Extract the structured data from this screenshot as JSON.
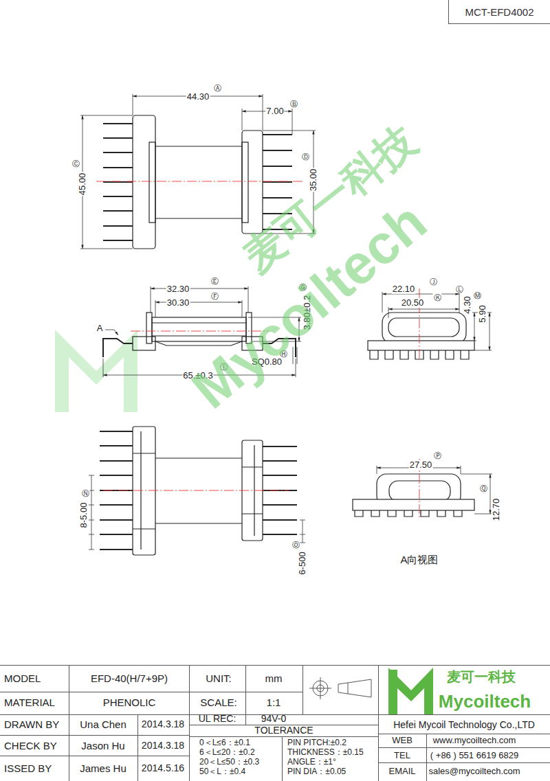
{
  "diagram": {
    "nodes": [
      {
        "text": [
          "MCT-EFD4002"
        ]
      }
    ],
    "labels": [
      "44.30",
      "Ⓐ",
      "7.00",
      "Ⓑ",
      "45.00",
      "Ⓒ",
      "35.00",
      "Ⓓ",
      "32.30",
      "Ⓔ",
      "30.30",
      "Ⓕ",
      "3.80±0.2",
      "Ⓖ",
      "A",
      "SQ0.80",
      "Ⓗ",
      "65.±0.3",
      "Ⓘ",
      "22.10",
      "Ⓙ",
      "20.50",
      "Ⓚ",
      "4.30",
      "Ⓛ",
      "5.90",
      "Ⓜ",
      "8-5.00",
      "Ⓝ",
      "6-500",
      "Ⓞ",
      "27.50",
      "Ⓟ",
      "12.70",
      "Ⓠ",
      "A向视图",
      "麦可一科技",
      "Mycoiltech",
      "MODEL",
      "EFD-40(H/7+9P)",
      "UNIT:",
      "mm",
      "MATERIAL",
      "PHENOLIC",
      "SCALE:",
      "1:1",
      "DRAWN BY",
      "Una Chen",
      "2014.3.18",
      "UL REC:",
      "94V-0",
      "TOLERANCE",
      "CHECK BY",
      "Jason Hu",
      "2014.3.18",
      "0＜L≤6：±0.1",
      "6＜L≤20：±0.2",
      "20＜L≤50：±0.3",
      "50＜L：±0.4",
      "PIN PITCH:±0.2",
      "THICKNESS：±0.15",
      "ANGLE：±1°",
      "PIN DIA：±0.05",
      "ISSED BY",
      "James Hu",
      "2014.5.16",
      "麦可一科技",
      "Mycoiltech",
      "Hefei Mycoil Technology Co.,LTD",
      "WEB",
      "www.mycoiltech.com",
      "TEL",
      "( +86 ) 551 6619 6829",
      "EMAIL",
      "sales@mycoiltech.com"
    ]
  }
}
